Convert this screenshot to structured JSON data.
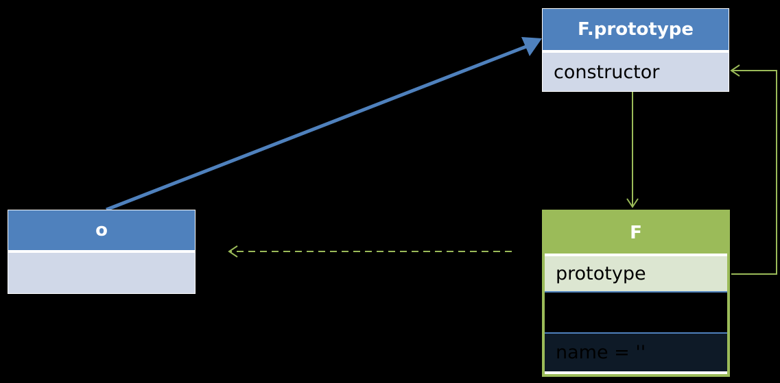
{
  "nodes": {
    "fprototype": {
      "title": "F.prototype",
      "field": "constructor"
    },
    "o": {
      "title": "o",
      "field": ""
    },
    "f": {
      "title": "F",
      "field": "prototype",
      "blank": "",
      "name_field": "name = ''"
    }
  },
  "colors": {
    "blue_header": "#4f81bd",
    "blue_row": "#d0d8e8",
    "green_header": "#9bbb59",
    "green_row": "#dce6d1",
    "arrow_blue": "#4f81bd",
    "arrow_green": "#9bbb59",
    "background": "#000000"
  }
}
